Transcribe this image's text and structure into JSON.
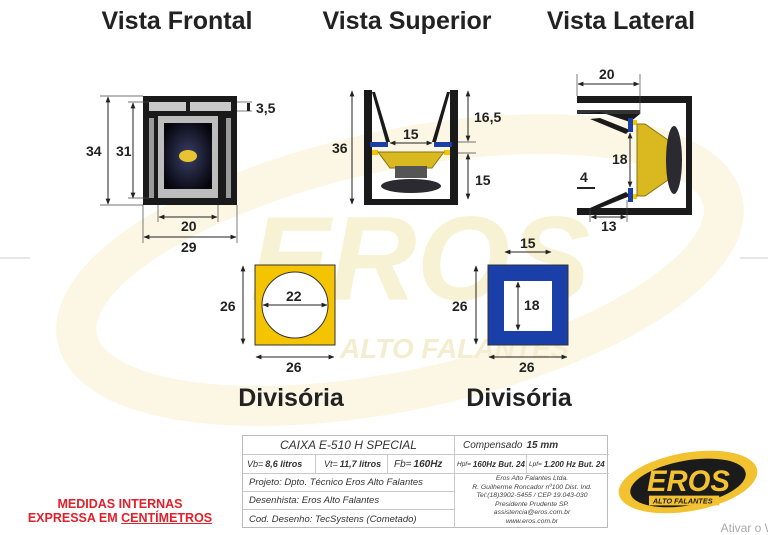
{
  "views": {
    "front": {
      "title": "Vista Frontal",
      "dims": {
        "height_outer": "34",
        "height_inner": "31",
        "port": "3,5",
        "inner_width": "20",
        "outer_width": "29"
      }
    },
    "top": {
      "title": "Vista Superior",
      "dims": {
        "height": "36",
        "upper": "16,5",
        "opening": "15",
        "lower": "15"
      }
    },
    "side": {
      "title": "Vista Lateral",
      "dims": {
        "port_length": "20",
        "opening": "18",
        "offset": "4",
        "depth": "13"
      }
    }
  },
  "partitions": [
    {
      "title": "Divisória",
      "shape": "circle",
      "color": "#f5c400",
      "dims": {
        "height": "26",
        "diameter": "22",
        "width": "26"
      }
    },
    {
      "title": "Divisória",
      "shape": "square",
      "color": "#1a3fa8",
      "dims": {
        "height": "26",
        "inner_width": "15",
        "inner_height": "18",
        "width": "26"
      }
    }
  ],
  "note": {
    "line1": "MEDIDAS INTERNAS",
    "line2_prefix": "EXPRESSA EM ",
    "line2_underlined": "CENTÍMETROS"
  },
  "title_block": {
    "model": "CAIXA E-510 H SPECIAL",
    "compensado_label": "Compensado",
    "compensado_value": "15 mm",
    "vb_label": "Vb=",
    "vb_value": "8,6 litros",
    "vt_label": "Vt=",
    "vt_value": "11,7 litros",
    "fb_label": "Fb=",
    "fb_value": "160Hz",
    "hpf_label": "Hpf=",
    "hpf_value": "160Hz But. 24",
    "lpf_label": "Lpf=",
    "lpf_value": "1.200 Hz But. 24",
    "projeto": "Projeto: Dpto. Técnico Eros Alto Falantes",
    "desenhista": "Desenhista:  Eros Alto Falantes",
    "cod": "Cod. Desenho: TecSystens (Cometado)",
    "address": [
      "Eros Alto Falantes Ltda.",
      "R. Guilherme Roncador nº100 Dist. Ind.",
      "Tel:(18)3902-5455 / CEP 19.043-030",
      "Presidente Prudente SP.",
      "assistencia@eros.com.br",
      "www.eros.com.br"
    ]
  },
  "logo": {
    "brand": "EROS",
    "tagline": "ALTO FALANTES"
  },
  "watermark": {
    "text": "Ativar o W"
  },
  "colors": {
    "wood": "#1a1a1a",
    "yellow": "#f5c400",
    "blue": "#1a3fa8",
    "red_note": "#e0202a"
  }
}
